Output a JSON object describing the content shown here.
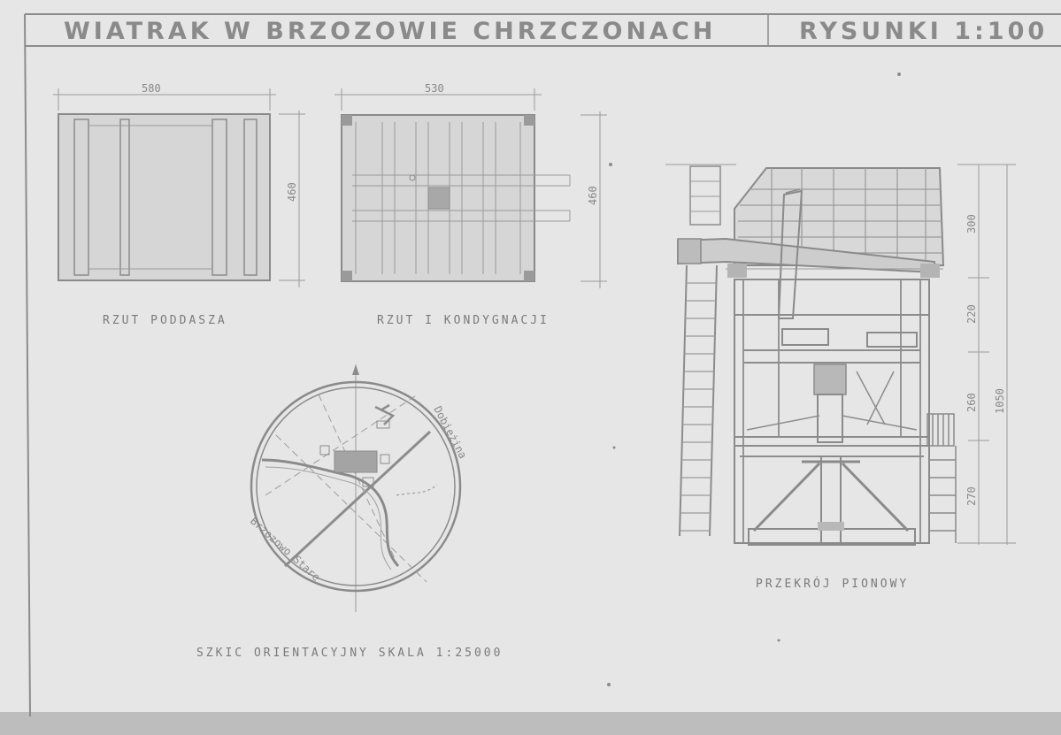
{
  "header": {
    "title": "WIATRAK W BRZOZOWIE CHRZCZONACH",
    "subtitle": "RYSUNKI 1:100"
  },
  "plan_attic": {
    "width_dim": "580",
    "depth_dim": "460",
    "caption": "RZUT PODDASZA"
  },
  "plan_floor": {
    "width_dim": "530",
    "depth_dim": "460",
    "caption": "RZUT I KONDYGNACJI"
  },
  "map_sketch": {
    "caption": "SZKIC ORIENTACYJNY SKALA 1:25000",
    "place_top": "Dobieżina",
    "place_bottom": "Brzozowo Stare"
  },
  "section": {
    "caption": "PRZEKRÓJ PIONOWY",
    "levels": [
      "300",
      "220",
      "260",
      "270"
    ],
    "total_height": "1050"
  },
  "colors": {
    "paper": "#e4e4e4",
    "ink": "#8a8a8a"
  }
}
